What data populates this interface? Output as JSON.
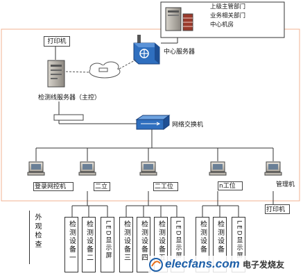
{
  "top_right": {
    "dept_lines": [
      "上级主管部门",
      "业务相关部门",
      "中心机房"
    ]
  },
  "nodes": {
    "printer_top": "打印机",
    "central_server": "中心服务器",
    "detection_server": "检测线服务器（主控）",
    "switch": "网络交换机",
    "login_terminal": "登录网控机",
    "station_2": "二立",
    "station_work2": "二工位",
    "station_n": "n工位",
    "management": "管理机",
    "printer_bottom": "打印机"
  },
  "bottom_columns": {
    "outer": "外观检查",
    "group1": [
      "检测设备一",
      "检测设备二",
      "LED显示屏"
    ],
    "group2": [
      "检测设备三",
      "检测设备四",
      "检测设备五",
      "LED显示屏"
    ],
    "group3": [
      "检测设备",
      "检测设备",
      "LED显示屏"
    ]
  },
  "watermark": {
    "site": "elecfans.com",
    "cn": "电子发烧友"
  },
  "colors": {
    "frame": "#f0b090",
    "switch_blue": "#2f6fbf",
    "brand_blue": "#1d5fa8",
    "brand_orange": "#e8701a"
  }
}
